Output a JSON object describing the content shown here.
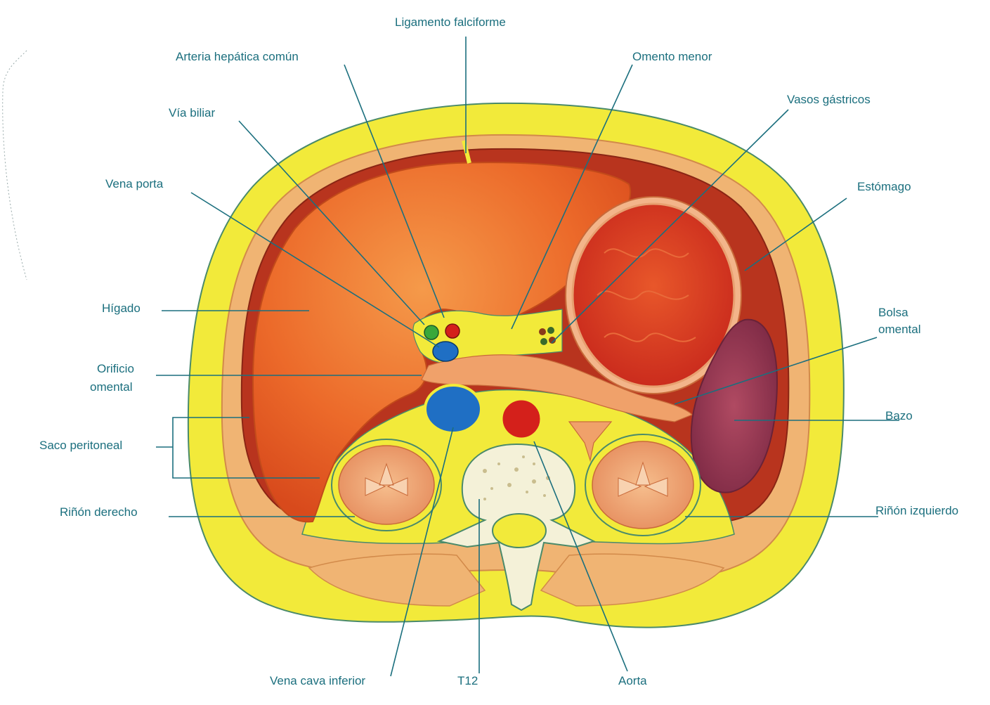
{
  "labels": {
    "ligamento_falciforme": "Ligamento falciforme",
    "arteria_hepatica_comun": "Arteria hepática común",
    "omento_menor": "Omento menor",
    "via_biliar": "Vía biliar",
    "vasos_gastricos": "Vasos gástricos",
    "vena_porta": "Vena porta",
    "estomago": "Estómago",
    "higado": "Hígado",
    "bolsa_omental_1": "Bolsa",
    "bolsa_omental_2": "omental",
    "orificio_omental_1": "Orificio",
    "orificio_omental_2": "omental",
    "bazo": "Bazo",
    "saco_peritoneal": "Saco peritoneal",
    "rinon_derecho": "Riñón derecho",
    "rinon_izquierdo": "Riñón izquierdo",
    "vena_cava_inferior": "Vena cava inferior",
    "t12": "T12",
    "aorta": "Aorta"
  },
  "colors": {
    "label_text": "#1b6f7e",
    "fat": "#f2ea3a",
    "muscle": "#f0b473",
    "liver": "#ec6a2a",
    "stomach": "#dc3b22",
    "spleen": "#9a3a55",
    "kidney": "#eda172",
    "vein": "#1f6fc4",
    "artery": "#d4201b",
    "bile_duct": "#3aa83a",
    "bone": "#f4f1d8"
  }
}
